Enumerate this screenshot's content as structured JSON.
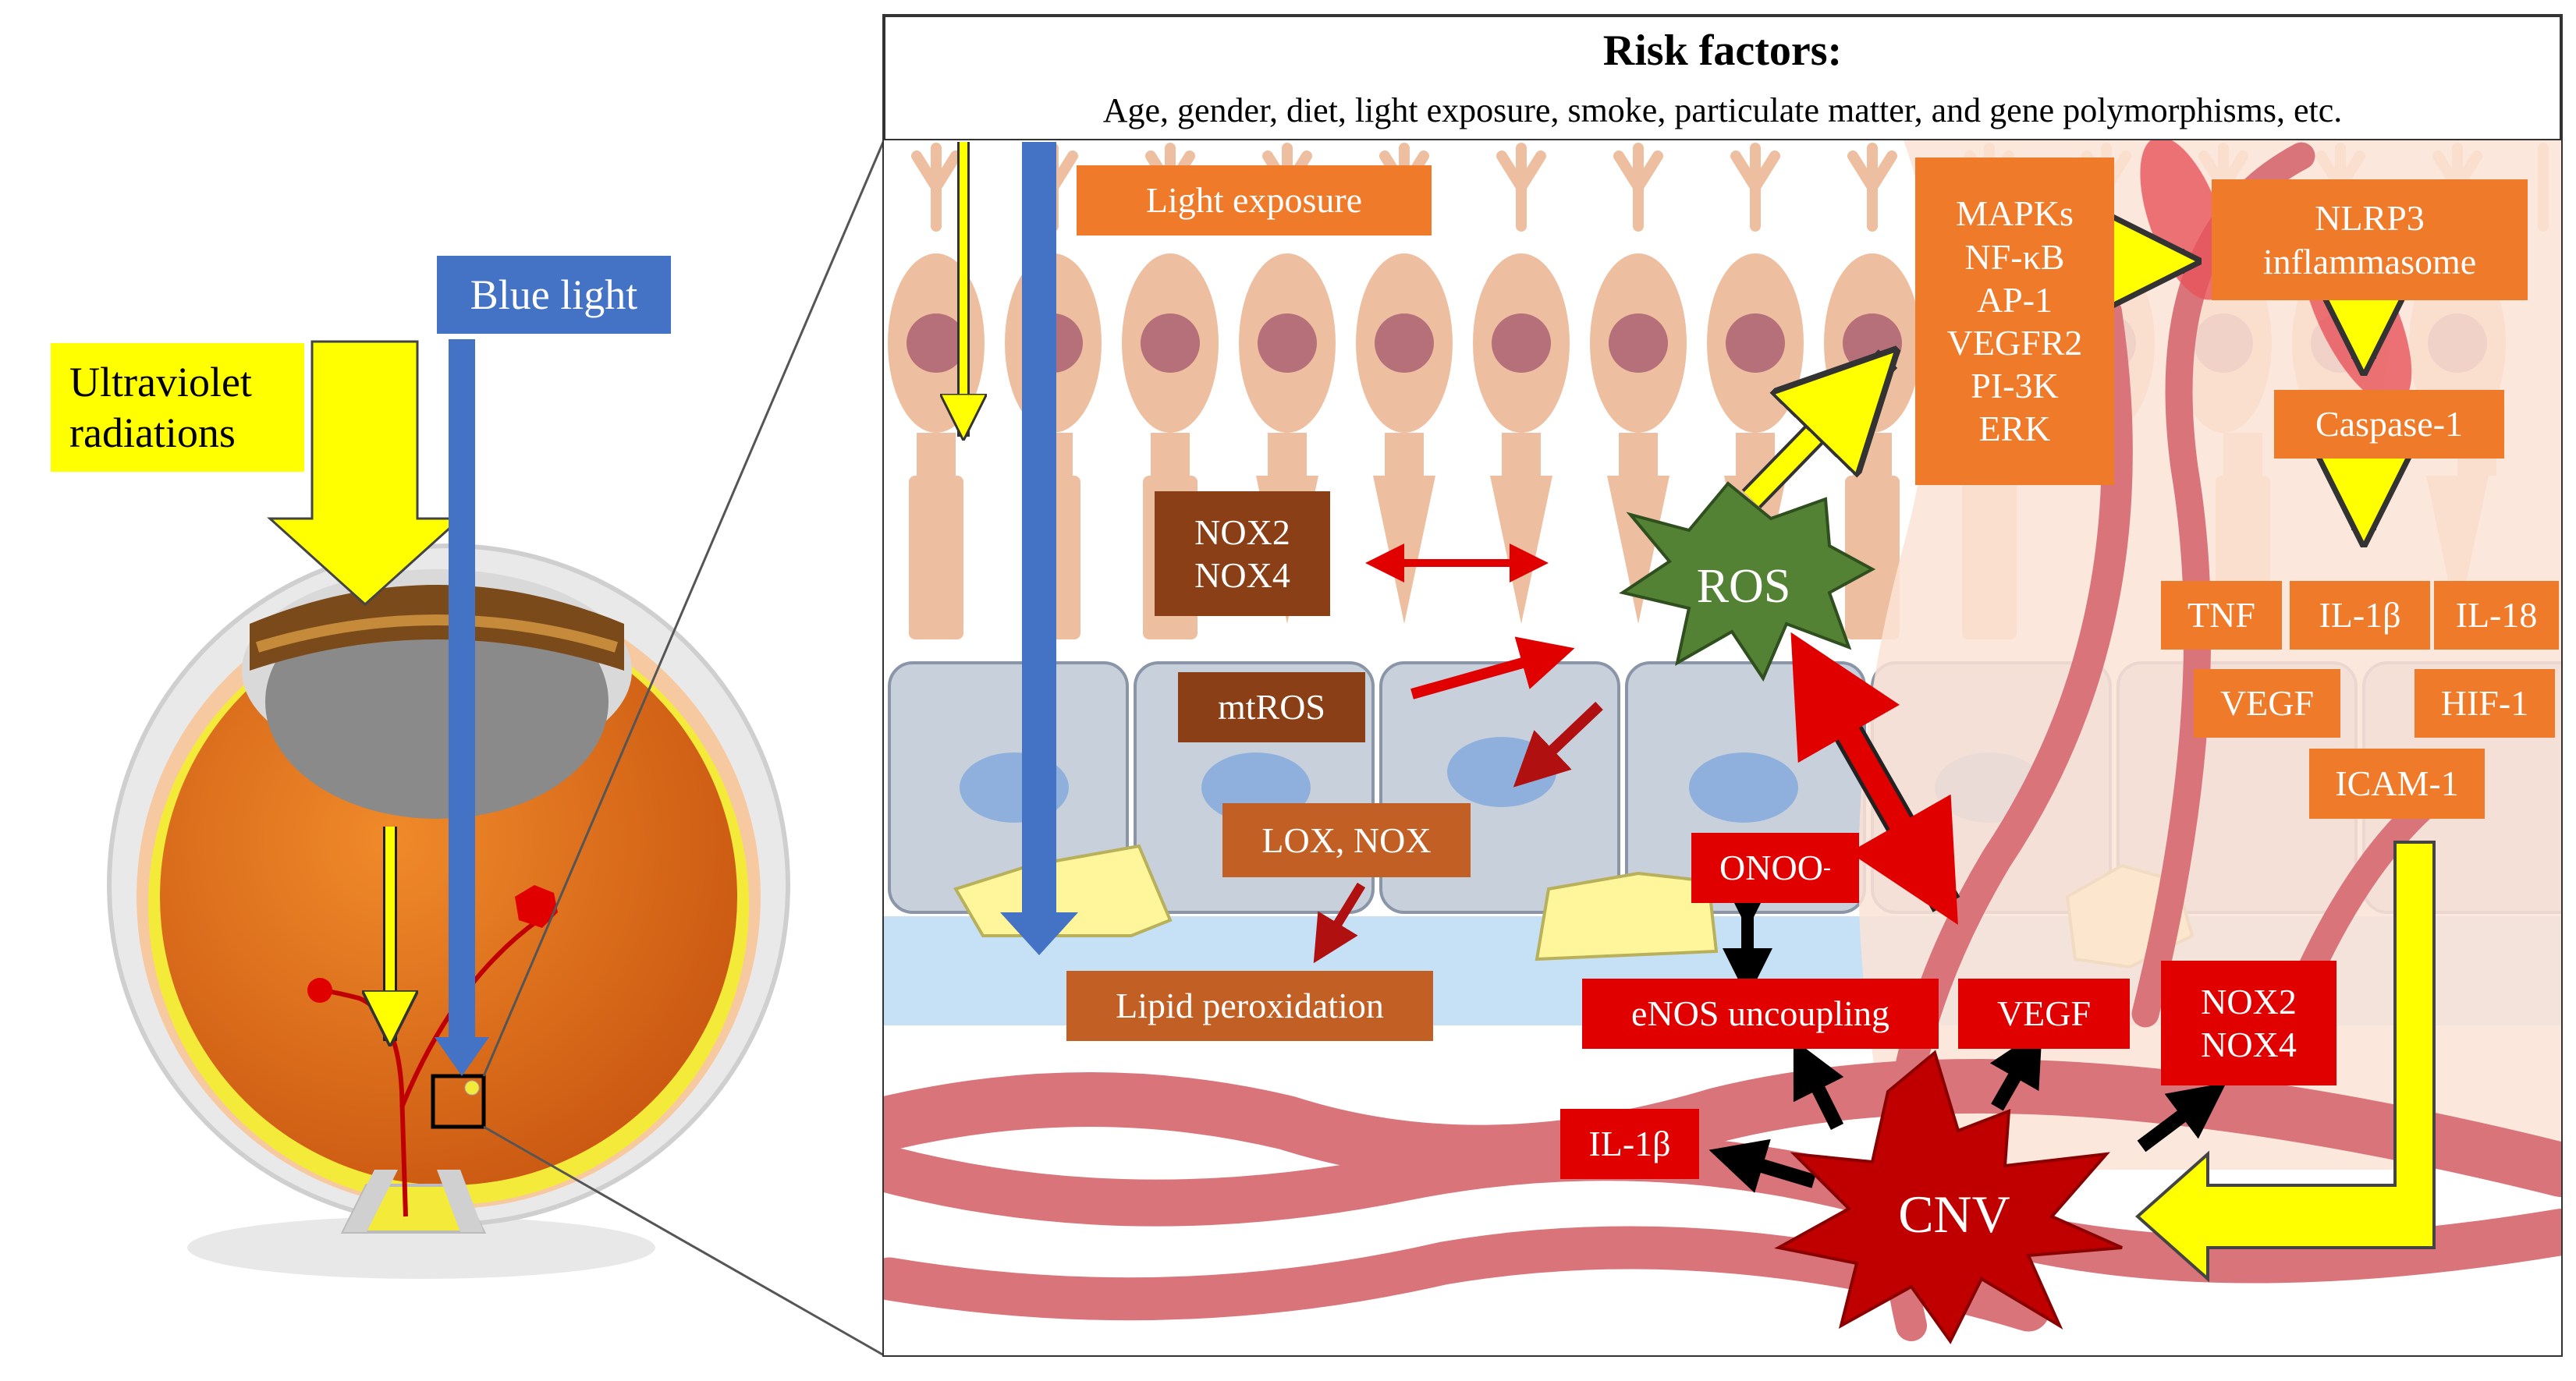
{
  "risk_factors": {
    "title": "Risk factors:",
    "text": "Age, gender, diet, light exposure, smoke, particulate matter, and gene polymorphisms, etc."
  },
  "eye": {
    "uv_label": "Ultraviolet\nradiations",
    "blue_light_label": "Blue light"
  },
  "labels": {
    "light_exposure": "Light exposure",
    "signaling": "MAPKs\nNF-κB\nAP-1\nVEGFR2\nPI-3K\nERK",
    "nlrp3": "NLRP3\ninflammasome",
    "caspase": "Caspase-1",
    "tnf": "TNF",
    "il1b_top": "IL-1β",
    "il18": "IL-18",
    "vegf_top": "VEGF",
    "hif1": "HIF-1",
    "icam1": "ICAM-1",
    "nox_brown": "NOX2\nNOX4",
    "mtros": "mtROS",
    "ros": "ROS",
    "lox_nox": "LOX, NOX",
    "lipid_peroxidation": "Lipid peroxidation",
    "onoo": "ONOO",
    "onoo_sup": "-",
    "enos": "eNOS uncoupling",
    "vegf_red": "VEGF",
    "nox_red": "NOX2\nNOX4",
    "il1b_red": "IL-1β",
    "cnv": "CNV"
  },
  "colors": {
    "uv_yellow": "#FFFF00",
    "blue_light": "#4472C4",
    "orange": "#EE7A2A",
    "brown": "#8B3F16",
    "red": "#E00000",
    "ros_green": "#548235",
    "cnv_red": "#C00000"
  }
}
